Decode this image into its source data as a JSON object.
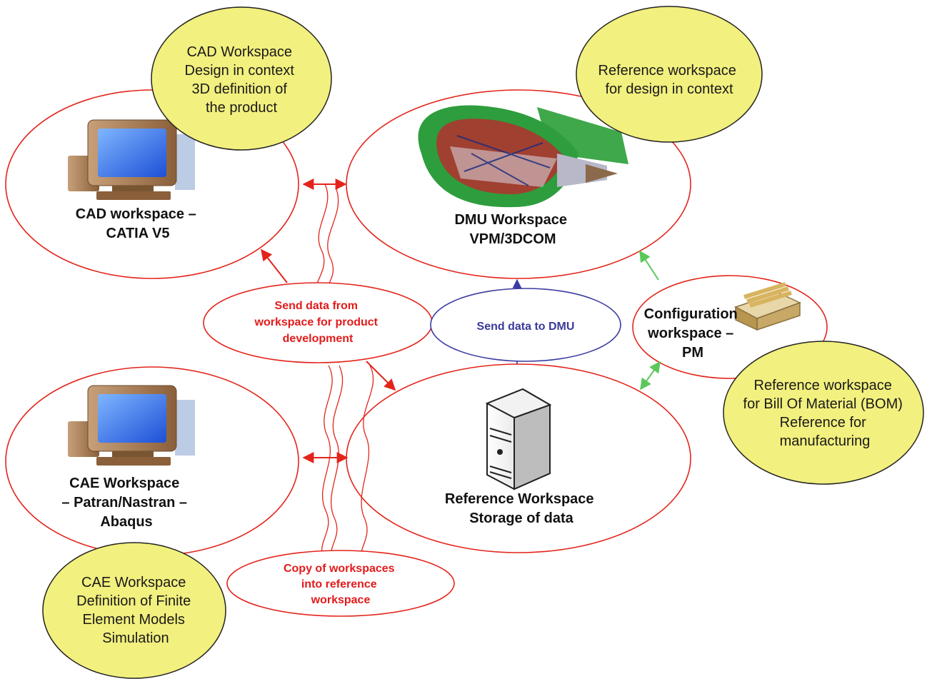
{
  "colors": {
    "ellipse_red": "#e3241b",
    "ellipse_blue": "#3b3ba3",
    "note_fill": "#f2f07e",
    "arrow_green": "#5cc85c"
  },
  "workspaces": {
    "cad": {
      "lines": [
        "CAD workspace –",
        "CATIA V5"
      ],
      "icon": "computer-icon"
    },
    "dmu": {
      "lines": [
        "DMU Workspace",
        "VPM/3DCOM"
      ],
      "icon": "jet-engine-image"
    },
    "cae": {
      "lines": [
        "CAE Workspace",
        "– Patran/Nastran –",
        "Abaqus"
      ],
      "icon": "computer-icon"
    },
    "reference": {
      "lines": [
        "Reference Workspace",
        "Storage of data"
      ],
      "icon": "server-icon"
    },
    "configuration": {
      "lines": [
        "Configuration",
        "workspace –",
        "PM"
      ],
      "icon": "tray-icon"
    }
  },
  "notes": {
    "cad": [
      "CAD Workspace",
      "Design in context",
      "3D definition of",
      "the product"
    ],
    "dmu": [
      "Reference workspace",
      "for design in context"
    ],
    "bom": [
      "Reference workspace",
      "for Bill Of Material (BOM)",
      "Reference for",
      "manufacturing"
    ],
    "cae": [
      "CAE Workspace",
      "Definition of Finite",
      "Element Models",
      "Simulation"
    ]
  },
  "flows": {
    "send_from": [
      "Send data from",
      "workspace for product",
      "development"
    ],
    "send_dmu": [
      "Send data to DMU"
    ],
    "copy": [
      "Copy of workspaces",
      "into reference",
      "workspace"
    ]
  }
}
